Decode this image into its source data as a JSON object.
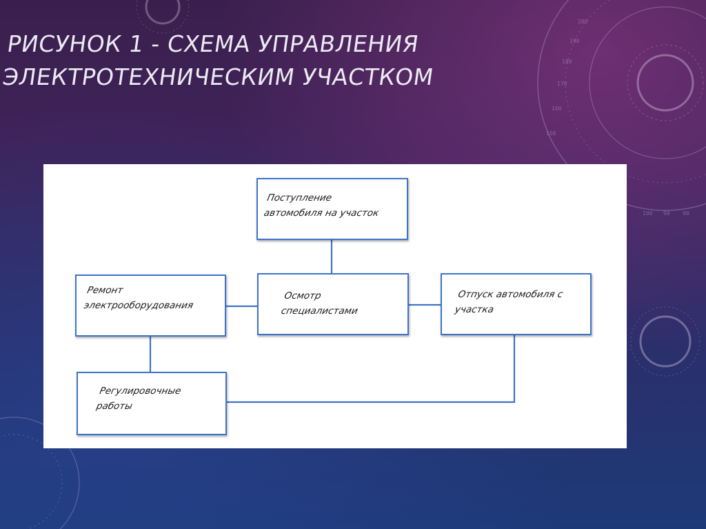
{
  "slide": {
    "title": "РИСУНОК 1 - СХЕМА УПРАВЛЕНИЯ ЭЛЕКТРОТЕХНИЧЕСКИМ УЧАСТКОМ"
  },
  "decor": {
    "dial_numbers": [
      "150",
      "160",
      "170",
      "180",
      "190",
      "200",
      "100",
      "90",
      "90"
    ]
  },
  "diagram": {
    "nodes": {
      "arrival": "Поступление автомобиля на участок",
      "inspection": "Осмотр специалистами",
      "repair": "Ремонт электрооборудования",
      "release": "Отпуск автомобиля с участка",
      "adjustment": "Регулировочные работы"
    },
    "edges": [
      [
        "arrival",
        "inspection"
      ],
      [
        "inspection",
        "repair"
      ],
      [
        "inspection",
        "release"
      ],
      [
        "repair",
        "adjustment"
      ],
      [
        "adjustment",
        "release"
      ]
    ],
    "colors": {
      "box_border": "#3d73c9",
      "connector": "#3d73c9",
      "panel_background": "#ffffff"
    }
  }
}
